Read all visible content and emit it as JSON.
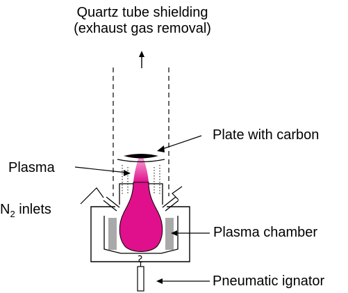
{
  "labels": {
    "quartz_line1": "Quartz  tube shielding",
    "quartz_line2": "(exhaust gas removal)",
    "plate": "Plate with carbon",
    "plasma": "Plasma",
    "n2_symbol": "N",
    "n2_subscript": "2",
    "n2_suffix": " inlets",
    "chamber": "Plasma chamber",
    "ignator": "Pneumatic ignator"
  },
  "colors": {
    "plasma": "#e0108c",
    "plasma_light": "#f47fc4",
    "electrode": "#a9a9a9",
    "line": "#000000",
    "plate": "#000000"
  }
}
